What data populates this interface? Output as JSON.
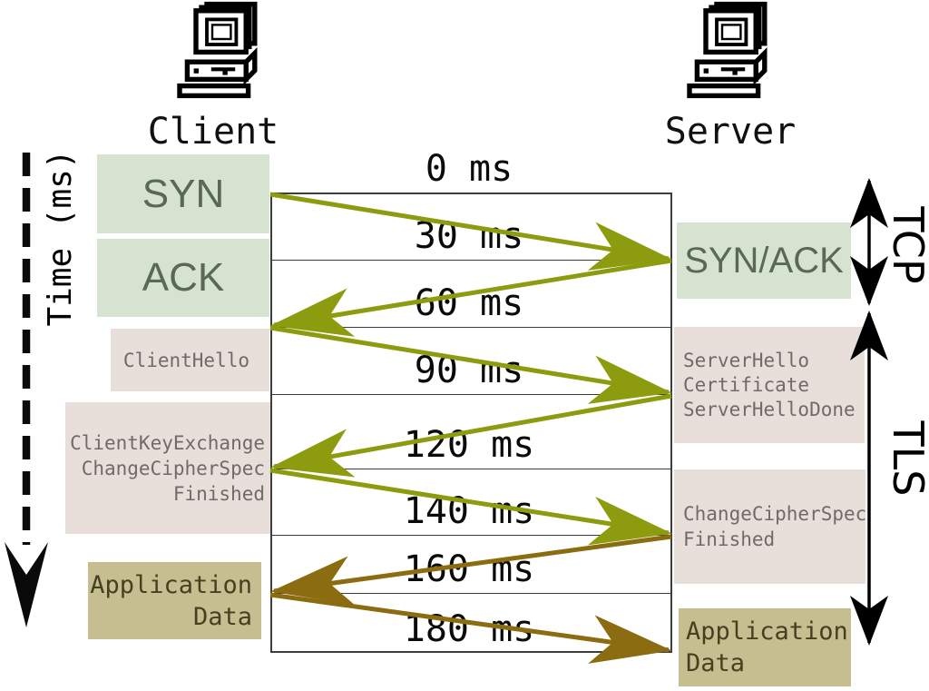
{
  "endpoints": {
    "client": "Client",
    "server": "Server"
  },
  "time_axis_label": "Time (ms)",
  "timeline_ticks": [
    "0 ms",
    "30 ms",
    "60 ms",
    "90 ms",
    "120 ms",
    "140 ms",
    "160 ms",
    "180 ms"
  ],
  "client_messages": {
    "syn": "SYN",
    "ack": "ACK",
    "client_hello": "ClientHello",
    "key_exchange": "ClientKeyExchange\nChangeCipherSpec\nFinished",
    "application_data": "Application\nData"
  },
  "server_messages": {
    "syn_ack": "SYN/ACK",
    "server_hello": "ServerHello\nCertificate\nServerHelloDone",
    "change_cipher": "ChangeCipherSpec\nFinished",
    "application_data": "Application\nData"
  },
  "phases": {
    "tcp": "TCP",
    "tls": "TLS"
  },
  "palette": {
    "tcp_box_bg": "#d6e3d0",
    "tcp_box_text": "#5a6856",
    "tls_box_bg": "#e8deda",
    "tls_box_text": "#6f6b69",
    "app_box_bg": "#c6bd90",
    "app_box_text": "#454020",
    "handshake_arrow": "#8c9c0e",
    "app_data_arrow": "#8b6c10",
    "axis_color": "#000000"
  }
}
